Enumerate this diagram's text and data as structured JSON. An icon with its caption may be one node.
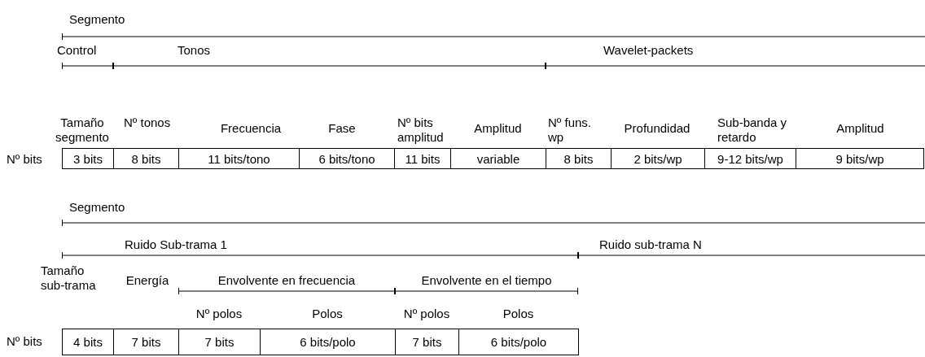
{
  "diagram": {
    "labels": [
      "Segmento",
      "Control",
      "Tonos",
      "Wavelet-packets",
      "Tamaño segmento",
      "Nº tonos",
      "Frecuencia",
      "Fase",
      "Nº bits amplitud",
      "Amplitud",
      "Nº funs. wp",
      "Profundidad",
      "Sub-banda y retardo",
      "Amplitud",
      "Nº bits",
      "3 bits",
      "8 bits",
      "11 bits/tono",
      "6 bits/tono",
      "11 bits",
      "variable",
      "8 bits",
      "2 bits/wp",
      "9-12 bits/wp",
      "9 bits/wp",
      "Segmento",
      "Ruido Sub-trama 1",
      "Ruido sub-trama N",
      "Tamaño sub-trama",
      "Energía",
      "Envolvente en frecuencia",
      "Envolvente en el tiempo",
      "Nº polos",
      "Polos",
      "Nº polos",
      "Polos",
      "Nº bits",
      "4 bits",
      "7 bits",
      "7 bits",
      "6 bits/polo",
      "7 bits",
      "6 bits/polo"
    ]
  }
}
